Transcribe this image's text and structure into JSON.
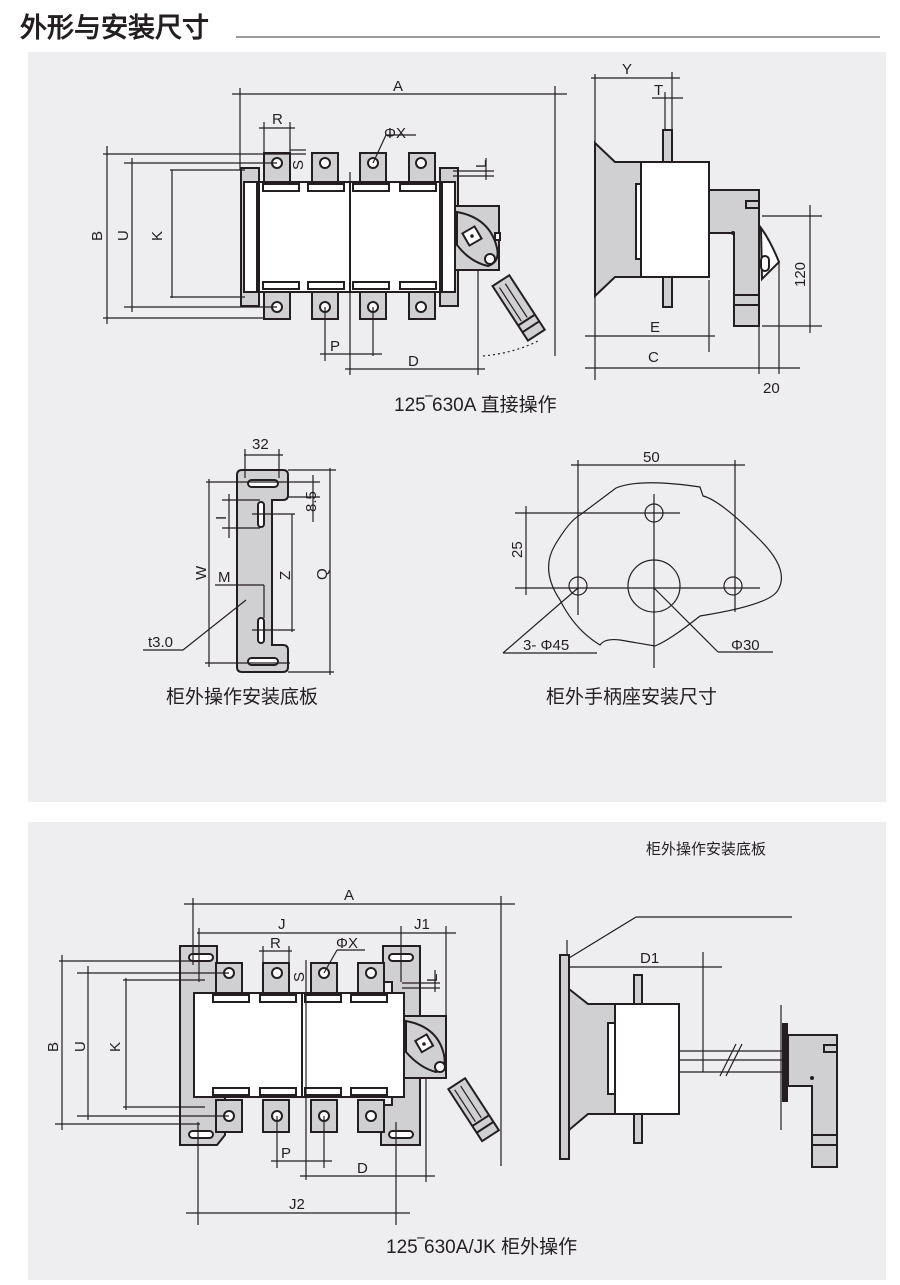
{
  "page": {
    "title": "外形与安装尺寸"
  },
  "panel1": {
    "front_view": {
      "caption": "125‾630A 直接操作",
      "dims": {
        "A": "A",
        "B": "B",
        "U": "U",
        "K": "K",
        "R": "R",
        "S": "S",
        "PHI_X": "ΦX",
        "L": "L",
        "P": "P",
        "D": "D"
      }
    },
    "side_view": {
      "dims": {
        "Y": "Y",
        "T": "T",
        "E": "E",
        "C": "C",
        "H120": "120",
        "W20": "20"
      }
    },
    "plate": {
      "caption": "柜外操作安装底板",
      "dims": {
        "w32": "32",
        "h85": "8.5",
        "I": "I",
        "W": "W",
        "M": "M",
        "Z": "Z",
        "Q": "Q",
        "t": "t3.0"
      }
    },
    "handle_seat": {
      "caption": "柜外手柄座安装尺寸",
      "dims": {
        "d50": "50",
        "d25": "25",
        "holes": "3-  Φ45",
        "center": "Φ30"
      }
    }
  },
  "panel2": {
    "note": "柜外操作安装底板",
    "front_view": {
      "caption": "125‾630A/JK 柜外操作",
      "dims": {
        "A": "A",
        "J": "J",
        "J1": "J1",
        "J2": "J2",
        "B": "B",
        "U": "U",
        "K": "K",
        "R": "R",
        "S": "S",
        "PHI_X": "ΦX",
        "L": "L",
        "P": "P",
        "D": "D"
      }
    },
    "side_view": {
      "dims": {
        "D1": "D1"
      }
    }
  }
}
